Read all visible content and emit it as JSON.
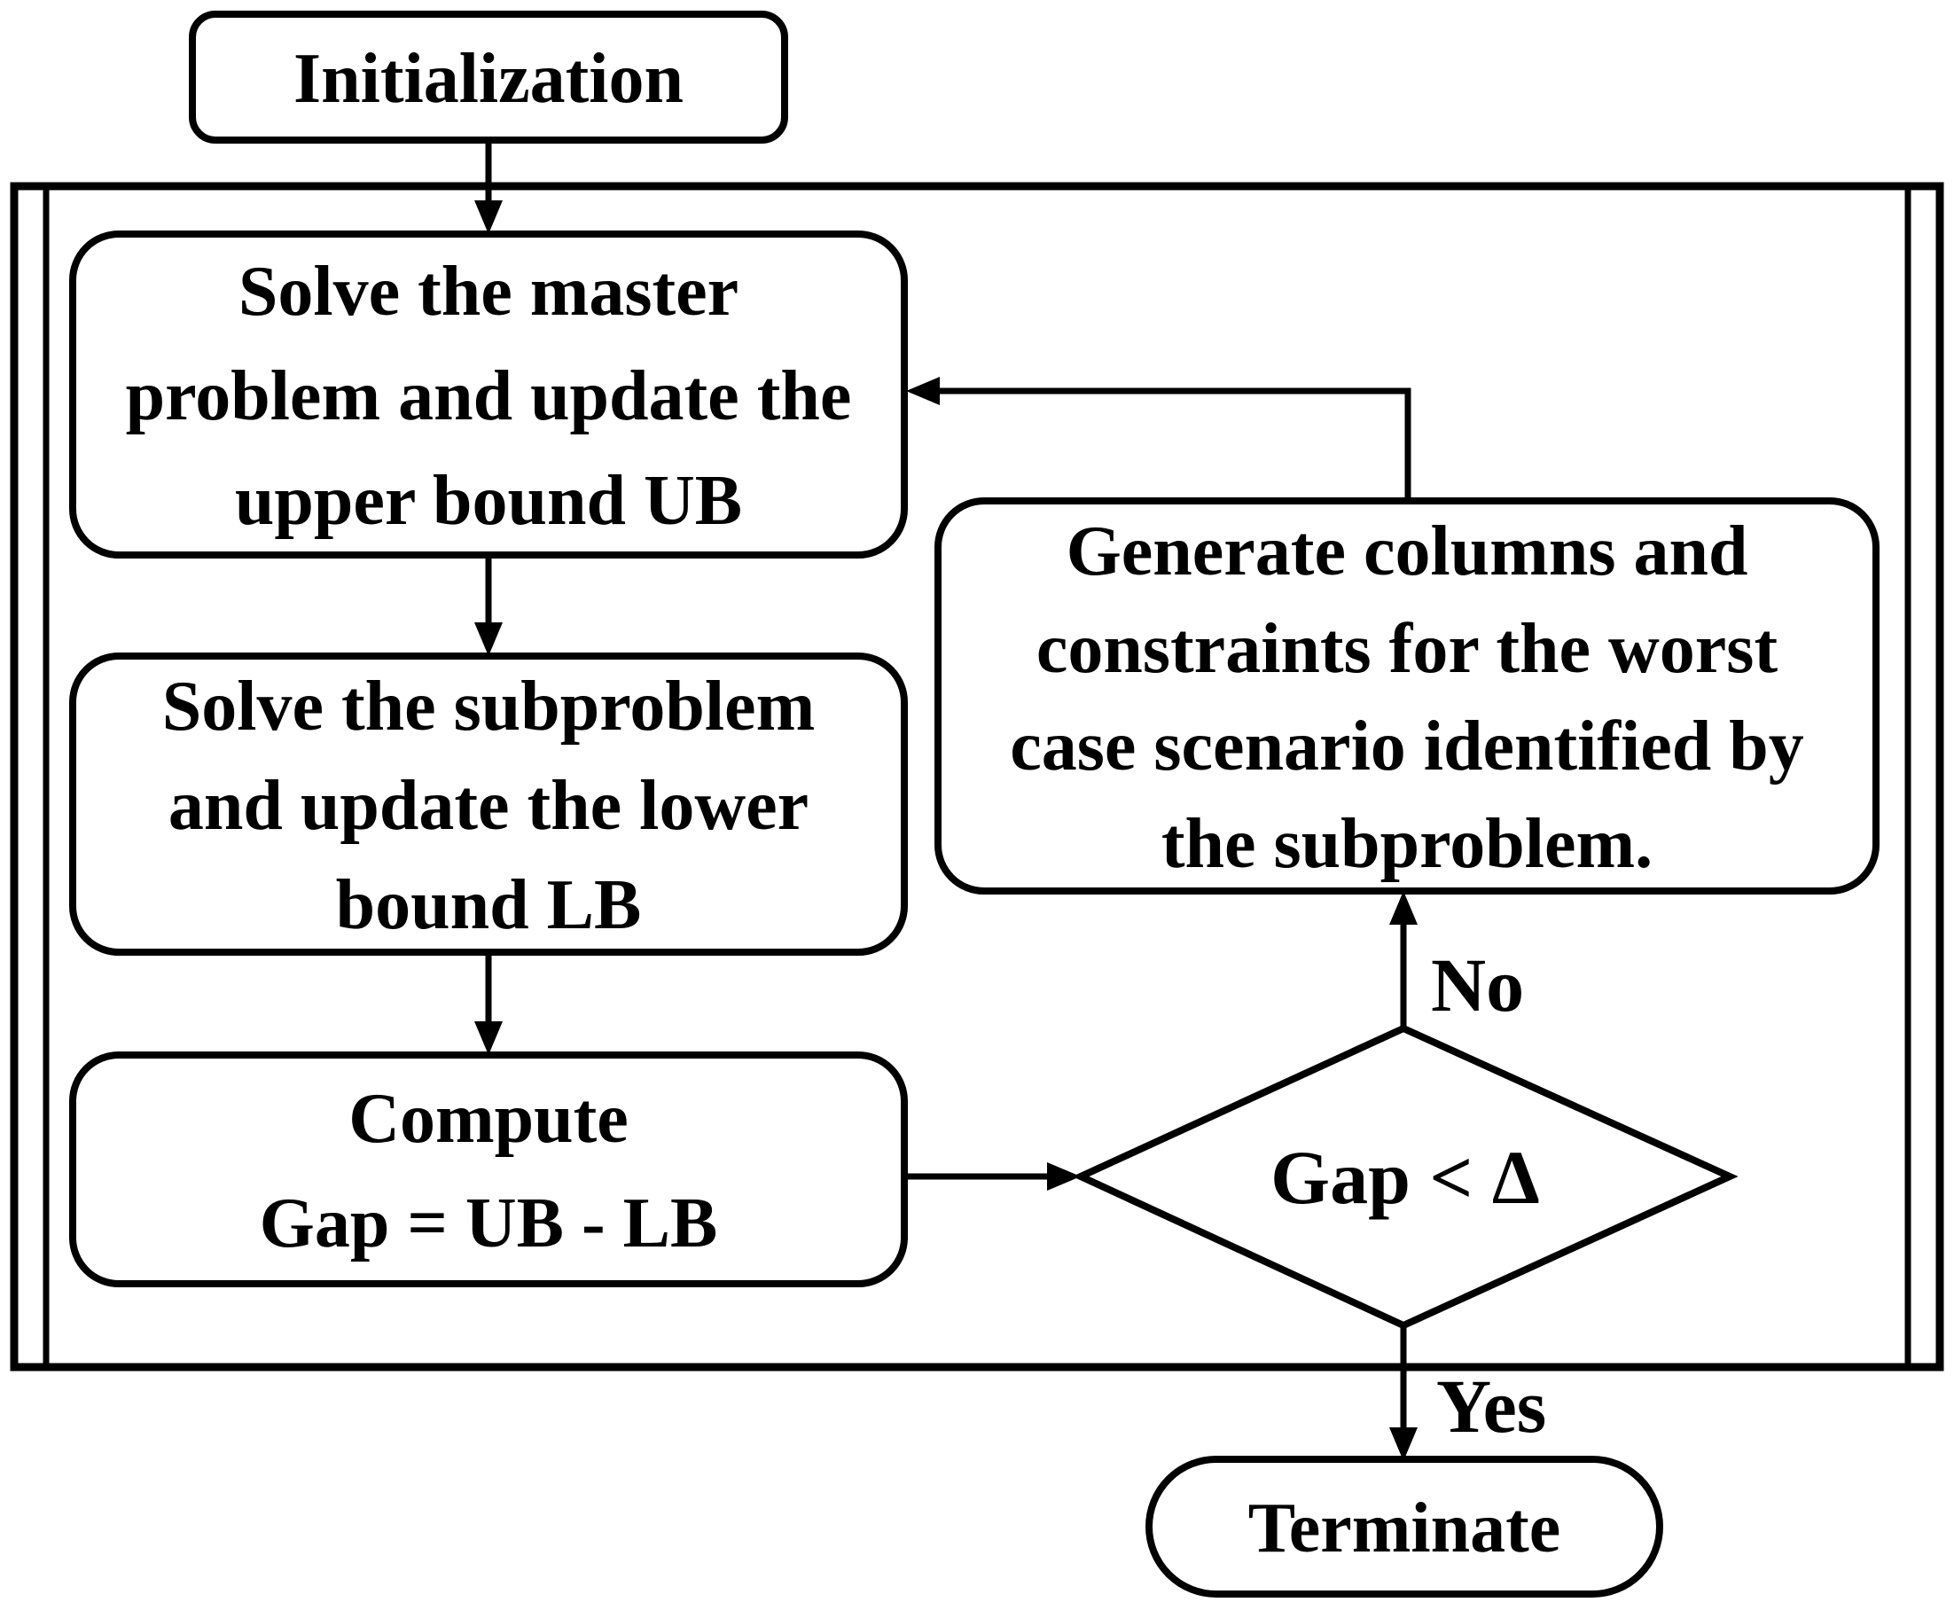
{
  "figure": {
    "type": "flowchart",
    "background_color": "#ffffff",
    "line_color": "#000000",
    "nodes": {
      "initialization": {
        "shape": "rounded-rectangle",
        "label": "Initialization"
      },
      "master": {
        "shape": "rounded-rectangle",
        "lines": [
          "Solve the master",
          "problem and update the",
          "upper bound UB"
        ]
      },
      "subproblem": {
        "shape": "rounded-rectangle",
        "lines": [
          "Solve the subproblem",
          "and update the lower",
          "bound LB"
        ]
      },
      "compute": {
        "shape": "rounded-rectangle",
        "lines": [
          "Compute",
          "Gap = UB - LB"
        ]
      },
      "generate": {
        "shape": "rounded-rectangle",
        "lines": [
          "Generate columns and",
          "constraints for the worst",
          "case scenario identified by",
          "the subproblem."
        ]
      },
      "decision": {
        "shape": "diamond",
        "label": "Gap < Δ"
      },
      "terminate": {
        "shape": "stadium",
        "label": "Terminate"
      }
    },
    "edge_labels": {
      "no": "No",
      "yes": "Yes"
    }
  }
}
